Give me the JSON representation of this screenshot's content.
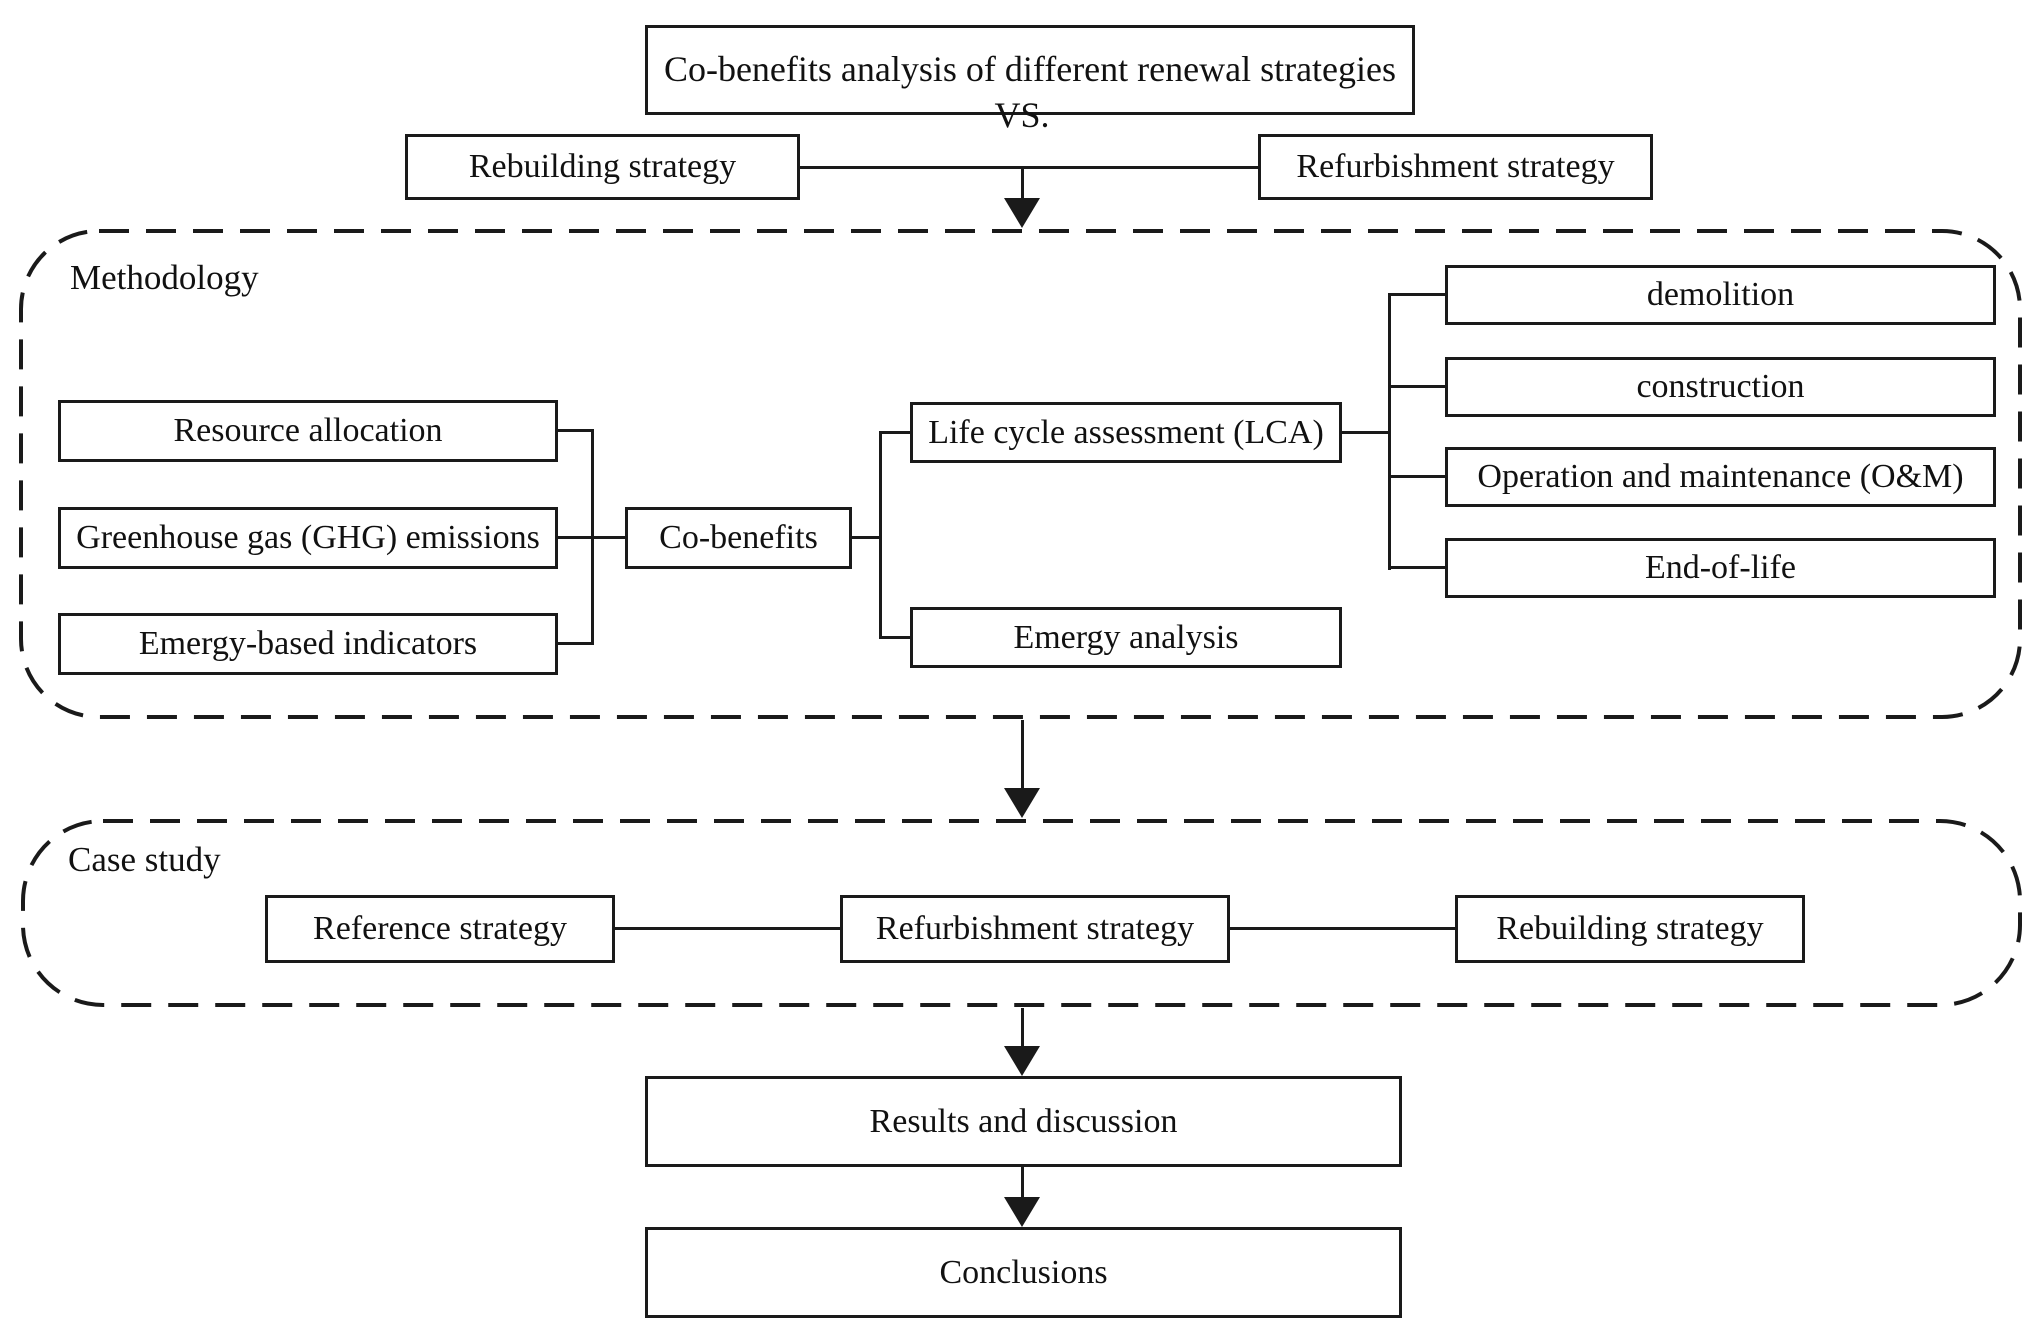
{
  "diagram": {
    "title": "Co-benefits analysis of different renewal strategies",
    "vs_label": "VS.",
    "comparison": {
      "left": "Rebuilding strategy",
      "right": "Refurbishment strategy"
    },
    "methodology": {
      "label": "Methodology",
      "indicators": [
        "Resource allocation",
        "Greenhouse gas (GHG) emissions",
        "Emergy-based indicators"
      ],
      "hub": "Co-benefits",
      "methods": [
        "Life cycle assessment (LCA)",
        "Emergy analysis"
      ],
      "lca_stages": [
        "demolition",
        "construction",
        "Operation and maintenance (O&M)",
        "End-of-life"
      ]
    },
    "case_study": {
      "label": "Case study",
      "strategies": [
        "Reference strategy",
        "Refurbishment strategy",
        "Rebuilding strategy"
      ]
    },
    "results": "Results and discussion",
    "conclusions": "Conclusions",
    "colors": {
      "line": "#1a1a1a",
      "box_background": "#ffffff",
      "page_background": "#ffffff"
    }
  }
}
